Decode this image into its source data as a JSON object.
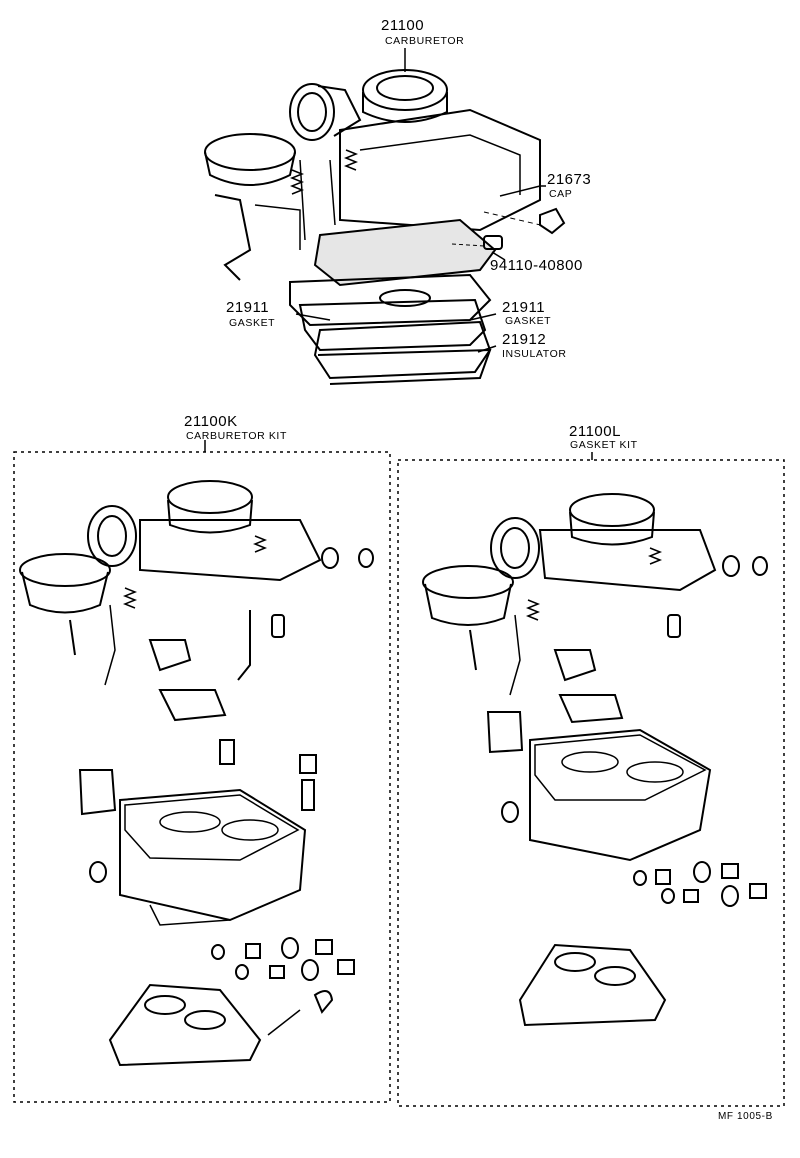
{
  "callouts": {
    "carburetor": {
      "number": "21100",
      "name": "CARBURETOR"
    },
    "cap": {
      "number": "21673",
      "name": "CAP"
    },
    "bolt": {
      "number": "94110-40800"
    },
    "gasket_left": {
      "number": "21911",
      "name": "GASKET"
    },
    "gasket_right": {
      "number": "21911",
      "name": "GASKET"
    },
    "insulator": {
      "number": "21912",
      "name": "INSULATOR"
    }
  },
  "kits": {
    "carburetor_kit": {
      "number": "21100K",
      "name": "CARBURETOR KIT"
    },
    "gasket_kit": {
      "number": "21100L",
      "name": "GASKET KIT"
    }
  },
  "footer": {
    "code": "MF 1005-B"
  }
}
